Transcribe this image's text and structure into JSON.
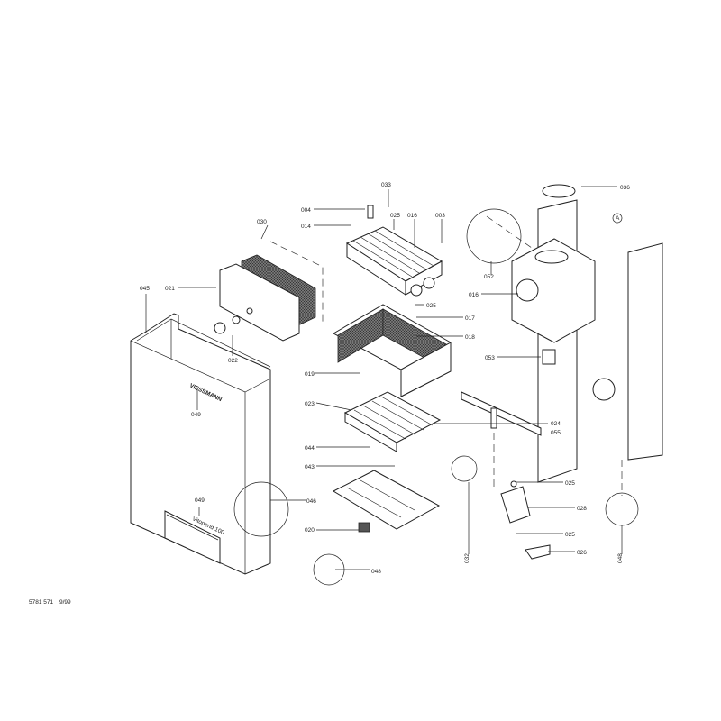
{
  "diagram": {
    "labels": {
      "l033": "033",
      "l004": "004",
      "l025a": "025",
      "l016a": "016",
      "l003": "003",
      "l014": "014",
      "l030": "030",
      "l036": "036",
      "lA": "A",
      "l021": "021",
      "l045": "045",
      "l052": "052",
      "l016b": "016",
      "l025b": "025",
      "l017": "017",
      "l018": "018",
      "l022": "022",
      "l053": "053",
      "l019": "019",
      "l049a": "049",
      "l023": "023",
      "l024": "024",
      "l055": "055",
      "l044": "044",
      "l043": "043",
      "l025c": "025",
      "l046": "046",
      "l049b": "049",
      "l028": "028",
      "l020": "020",
      "l025d": "025",
      "l026": "026",
      "l032": "032",
      "l048a": "048",
      "l048b": "048"
    },
    "brand_logo": "VIESSMANN",
    "model_name": "Vitopend 100"
  },
  "footer": {
    "doc_number": "5781 571",
    "date": "9/99"
  }
}
